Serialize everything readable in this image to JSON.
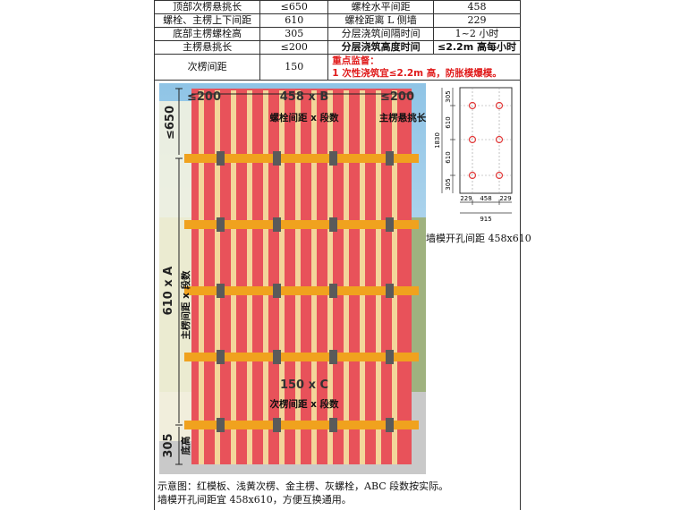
{
  "spec_table": {
    "rows": [
      [
        "顶部次楞悬挑长",
        "≤650",
        "螺栓水平间距",
        "458"
      ],
      [
        "螺栓、主楞上下间距",
        "610",
        "螺栓距离 L 侧墙",
        "229"
      ],
      [
        "底部主楞螺栓高",
        "305",
        "分层浇筑间隔时间",
        "1~2 小时"
      ],
      [
        "主楞悬挑长",
        "≤200",
        "分层浇筑高度时间",
        "≤2.2m 高每小时"
      ],
      [
        "次楞间距",
        "150",
        "",
        ""
      ]
    ],
    "warning_title": "重点监督：",
    "warning_text": "1 次性浇筑宜≤2.2m 高，防胀模爆模。"
  },
  "photo_labels": {
    "top_left_overhang": "≤200",
    "top_right_overhang": "≤200",
    "bolt_spacing_value": "458 x B",
    "bolt_spacing_label": "螺栓间距 x 段数",
    "main_overhang_label": "主楞悬挑长",
    "top_overhang": "≤650",
    "main_spacing_value": "610 x A",
    "main_spacing_label": "主楞间距 x 段数",
    "secondary_spacing_value": "150 x C",
    "secondary_spacing_label": "次楞间距 x 段数",
    "bottom_value": "305",
    "bottom_label": "底高"
  },
  "hole_diagram": {
    "dims_left": [
      "305",
      "610",
      "610",
      "305"
    ],
    "total_height": "1830",
    "dims_bottom": [
      "229",
      "458",
      "229"
    ],
    "total_width": "915",
    "caption": "墙模开孔间距 458x610"
  },
  "caption": {
    "line1": "示意图：红模板、浅黄次楞、金主楞、灰螺栓，ABC 段数按实际。",
    "line2": "墙模开孔间距宜 458x610，方便互换通用。"
  },
  "colors": {
    "formwork_red": "#e8525a",
    "secondary_joist": "#f3d59a",
    "main_beam": "#f0a21e",
    "bolt_grey": "#5a5a5a",
    "warning_red": "#e01b1b",
    "hole_red": "#e33b3b"
  }
}
